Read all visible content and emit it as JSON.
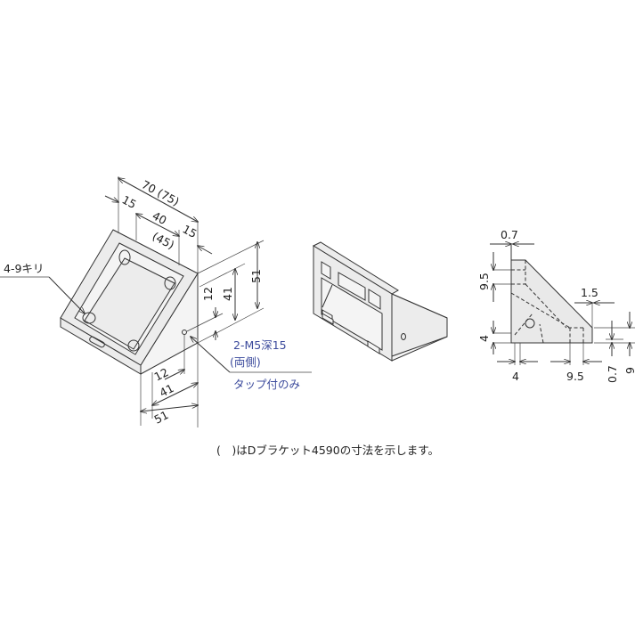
{
  "iso_view": {
    "hole_label": "4-9キリ",
    "dim_total_width": "70 (75)",
    "dim_left_margin": "15",
    "dim_center": "40",
    "dim_center_alt": "(45)",
    "dim_right_margin": "15",
    "dim_height_51": "51",
    "dim_height_41": "41",
    "dim_height_12": "12",
    "dim_depth_12": "12",
    "dim_depth_41": "41",
    "dim_depth_51": "51",
    "tap_label": "2-M5深15",
    "tap_both_sides": "(両側)",
    "tap_note": "タップ付のみ"
  },
  "section_view": {
    "dim_top_offset": "0.7",
    "dim_top_slot": "9.5",
    "dim_lip": "1.5",
    "dim_left_slot": "4",
    "dim_bottom_left": "4",
    "dim_bottom_slot": "9.5",
    "dim_bottom_offset": "0.7",
    "dim_right_height": "9"
  },
  "caption": "(　)はDブラケット4590の寸法を示します。",
  "colors": {
    "annotation_blue": "#3b4a9c",
    "line": "#333333",
    "fill": "#ececec"
  }
}
